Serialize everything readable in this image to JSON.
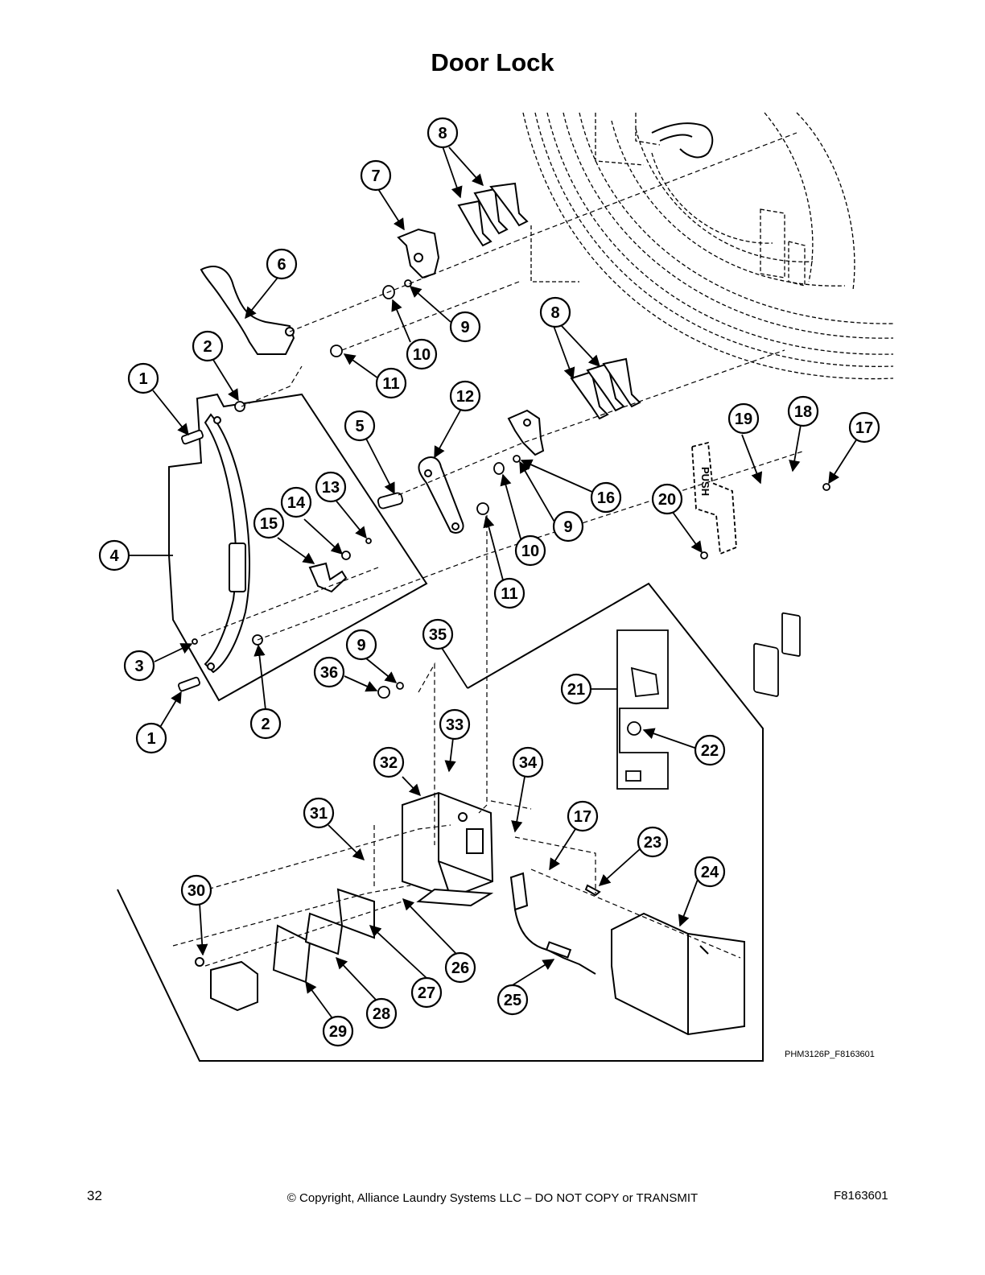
{
  "title": "Door Lock",
  "drawing_code": "PHM3126P_F8163601",
  "footer": {
    "page_number": "32",
    "copyright": "© Copyright, Alliance Laundry Systems LLC – DO NOT COPY or TRANSMIT",
    "doc_code": "F8163601"
  },
  "callouts": [
    {
      "id": "c8a",
      "label": "8"
    },
    {
      "id": "c7",
      "label": "7"
    },
    {
      "id": "c6",
      "label": "6"
    },
    {
      "id": "c9a",
      "label": "9"
    },
    {
      "id": "c10a",
      "label": "10"
    },
    {
      "id": "c2a",
      "label": "2"
    },
    {
      "id": "c11a",
      "label": "11"
    },
    {
      "id": "c8b",
      "label": "8"
    },
    {
      "id": "c1a",
      "label": "1"
    },
    {
      "id": "c12",
      "label": "12"
    },
    {
      "id": "c5",
      "label": "5"
    },
    {
      "id": "c19",
      "label": "19"
    },
    {
      "id": "c18",
      "label": "18"
    },
    {
      "id": "c17a",
      "label": "17"
    },
    {
      "id": "c13",
      "label": "13"
    },
    {
      "id": "c14",
      "label": "14"
    },
    {
      "id": "c15",
      "label": "15"
    },
    {
      "id": "c16",
      "label": "16"
    },
    {
      "id": "c20",
      "label": "20"
    },
    {
      "id": "c9b",
      "label": "9"
    },
    {
      "id": "c4",
      "label": "4"
    },
    {
      "id": "c10b",
      "label": "10"
    },
    {
      "id": "c11b",
      "label": "11"
    },
    {
      "id": "c35",
      "label": "35"
    },
    {
      "id": "c9c",
      "label": "9"
    },
    {
      "id": "c3",
      "label": "3"
    },
    {
      "id": "c36",
      "label": "36"
    },
    {
      "id": "c21",
      "label": "21"
    },
    {
      "id": "c2b",
      "label": "2"
    },
    {
      "id": "c33",
      "label": "33"
    },
    {
      "id": "c1b",
      "label": "1"
    },
    {
      "id": "c22",
      "label": "22"
    },
    {
      "id": "c32",
      "label": "32"
    },
    {
      "id": "c34",
      "label": "34"
    },
    {
      "id": "c31",
      "label": "31"
    },
    {
      "id": "c17b",
      "label": "17"
    },
    {
      "id": "c23",
      "label": "23"
    },
    {
      "id": "c24",
      "label": "24"
    },
    {
      "id": "c30",
      "label": "30"
    },
    {
      "id": "c26",
      "label": "26"
    },
    {
      "id": "c27",
      "label": "27"
    },
    {
      "id": "c25",
      "label": "25"
    },
    {
      "id": "c28",
      "label": "28"
    },
    {
      "id": "c29",
      "label": "29"
    }
  ],
  "labels": {
    "push_text": "PUSH"
  }
}
